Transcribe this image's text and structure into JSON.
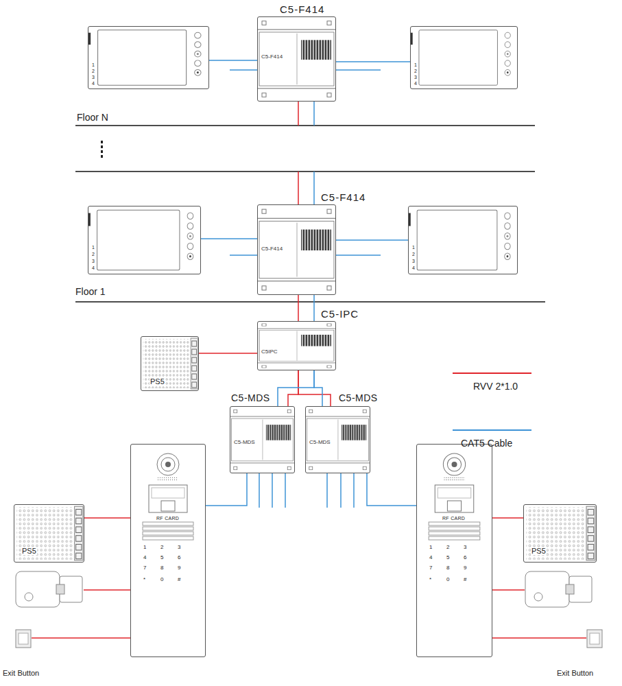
{
  "diagram": {
    "nodes": [
      {
        "text": [
          "C5-F414",
          "C5-F414"
        ]
      },
      {
        "text": [
          "1",
          "2",
          "3",
          "4"
        ]
      },
      {
        "text": [
          "1",
          "2",
          "3",
          "4"
        ]
      },
      {
        "text": [
          "C5-F414",
          "C5-F414"
        ]
      },
      {
        "text": [
          "1",
          "2",
          "3",
          "4"
        ]
      },
      {
        "text": [
          "1",
          "2",
          "3",
          "4"
        ]
      },
      {
        "text": [
          "C5-IPC",
          "C5IPC"
        ]
      },
      {
        "text": [
          "PS5"
        ]
      },
      {
        "text": [
          "C5-MDS",
          "C5-MDS"
        ]
      },
      {
        "text": [
          "C5-MDS",
          "C5-MDS"
        ]
      },
      {
        "text": [
          "RF CARD",
          "1",
          "2",
          "3",
          "4",
          "5",
          "6",
          "7",
          "8",
          "9",
          "*",
          "0",
          "#"
        ]
      },
      {
        "text": [
          "PS5"
        ]
      },
      {
        "text": [
          "RF CARD",
          "1",
          "2",
          "3",
          "4",
          "5",
          "6",
          "7",
          "8",
          "9",
          "*",
          "0",
          "#"
        ]
      },
      {
        "text": [
          "PS5"
        ]
      }
    ],
    "edges": [
      {
        "from": 0,
        "to": 1,
        "arrow": "none"
      },
      {
        "from": 0,
        "to": 2,
        "arrow": "none"
      },
      {
        "from": 0,
        "to": 3,
        "arrow": "none"
      },
      {
        "from": 0,
        "to": 3,
        "arrow": "none"
      },
      {
        "from": 3,
        "to": 4,
        "arrow": "none"
      },
      {
        "from": 3,
        "to": 5,
        "arrow": "none"
      },
      {
        "from": 3,
        "to": 6,
        "arrow": "none"
      },
      {
        "from": 3,
        "to": 6,
        "arrow": "none"
      },
      {
        "from": 7,
        "to": 6,
        "arrow": "none"
      },
      {
        "from": 6,
        "to": 8,
        "arrow": "none"
      },
      {
        "from": 6,
        "to": 9,
        "arrow": "none"
      },
      {
        "from": 6,
        "to": 8,
        "arrow": "none"
      },
      {
        "from": 6,
        "to": 9,
        "arrow": "none"
      },
      {
        "from": 8,
        "to": 10,
        "arrow": "none"
      },
      {
        "from": 9,
        "to": 12,
        "arrow": "none"
      },
      {
        "from": 11,
        "to": 10,
        "arrow": "none"
      },
      {
        "from": 13,
        "to": 12,
        "arrow": "none"
      }
    ],
    "labels": [
      "Floor N",
      "Floor 1",
      "Exit Button",
      "Exit Button"
    ],
    "legend": [
      {
        "text": "RVV 2*1.0",
        "color": "#e0242b"
      },
      {
        "text": "CAT5 Cable",
        "color": "#3d93d6"
      }
    ]
  }
}
